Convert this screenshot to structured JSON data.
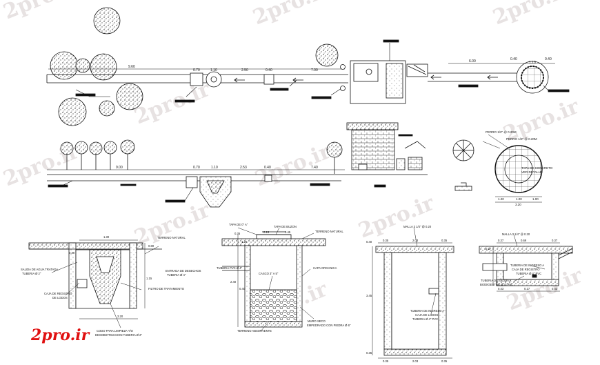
{
  "watermark": {
    "text": "2pro.ir",
    "color": "#e6e0e0"
  },
  "logo": {
    "text": "2pro.ir",
    "color": "#e01010"
  },
  "line_color": "#111111",
  "plan": {
    "dims": [
      "9.60",
      "0.70",
      "1.10",
      "2.50",
      "0.40",
      "7.00",
      "6.00",
      "0.40",
      "0.40",
      "1.10"
    ]
  },
  "section": {
    "dims": [
      "9.00",
      "0.70",
      "1.10",
      "2.53",
      "0.40",
      "7.40"
    ]
  },
  "vent_pipe": {
    "labels": [
      "PERRO 1/2\" @ 0.20M",
      "PERRO 1/2\" @ 0.20M"
    ],
    "center_note": [
      "TAPA DE CONCRETO",
      "VER DETALLE"
    ],
    "dims": [
      "1.20",
      "1.00",
      "1.00",
      "3.20"
    ]
  },
  "detail_tank": {
    "labels": [
      "TERRENO NATURAL",
      "SALIDA DE AGUA TRATADA",
      "TUBERIA Ø 2\"",
      "ENTRADA DE DESECHOS",
      "TUBERIA Ø 4\"",
      "FILTRO DE TRATAMIENTO",
      "CAJA DE REGISTRO",
      "DE LODOS",
      "CODO PARA LIMPIEZA Y/O",
      "DESOBSTRUCCION TUBERIA Ø 2\""
    ],
    "dims": [
      "1.30",
      "0.80",
      "0.20",
      "1.15",
      "3.20"
    ]
  },
  "detail_pit": {
    "labels": [
      "TAPA DE 0\" A\"",
      "TAPA DE BUZON",
      "TERRENO NATURAL",
      "TUBERIA PVC Ø 4\"",
      "CAPA ORGANICA",
      "CASCO 3\" A 5\"",
      "MURO SECO",
      "EMPEDRADO CON PIEDRA Ø 6\"",
      "TERRENO ABSORVENTE"
    ],
    "dims": [
      "0.35",
      "0.15",
      "0.45",
      "1.25",
      "0.40",
      "2.40"
    ]
  },
  "detail_box_large": {
    "labels": [
      "MALLA 3 1/4\" @ 0.20",
      "TUBERIA DE INGRESO A",
      "CAJA DE LODOS",
      "TUBERIA Ø 4\" PVC"
    ],
    "dims": [
      "0.35",
      "2.03",
      "0.35",
      "0.40",
      "3.45",
      "0.35",
      "0.35",
      "2.03",
      "0.35"
    ]
  },
  "detail_box_small": {
    "labels": [
      "MALLA 3 1/4\" @ 0.20",
      "TUBERIA DE INGRESO A",
      "CAJA DE REGISTRO",
      "TUBERIA Ø 4\" PVC",
      "TUBERIA DE SALIDA A",
      "BIODIGESTOR Ø 4\" PVC"
    ],
    "dims": [
      "0.37",
      "0.69",
      "0.37",
      "0.27",
      "0.43",
      "0.17",
      "0.43"
    ]
  }
}
